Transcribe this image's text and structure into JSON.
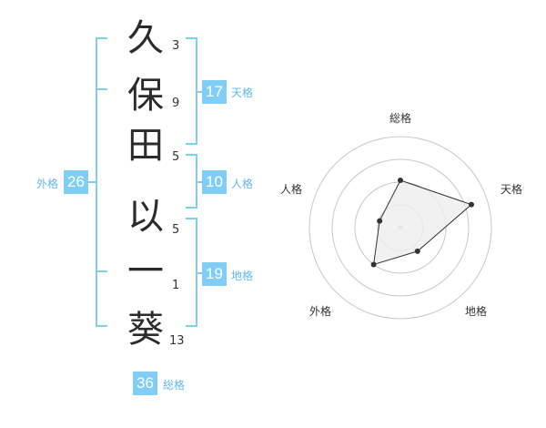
{
  "name_chars": [
    {
      "char": "久",
      "strokes": "3"
    },
    {
      "char": "保",
      "strokes": "9"
    },
    {
      "char": "田",
      "strokes": "5"
    },
    {
      "char": "以",
      "strokes": "5"
    },
    {
      "char": "一",
      "strokes": "1"
    },
    {
      "char": "葵",
      "strokes": "13"
    }
  ],
  "fortunes": {
    "tenkaku": {
      "label": "天格",
      "value": "17"
    },
    "jinkaku": {
      "label": "人格",
      "value": "10"
    },
    "chikaku": {
      "label": "地格",
      "value": "19"
    },
    "gaikaku": {
      "label": "外格",
      "value": "26"
    },
    "soukaku": {
      "label": "総格",
      "value": "36"
    }
  },
  "radar": {
    "axes": [
      "総格",
      "天格",
      "地格",
      "外格",
      "人格"
    ],
    "scores": [
      0.52,
      0.82,
      0.32,
      0.5,
      0.24
    ],
    "colors": {
      "ring": "#c8c8c8",
      "fill": "#eeeeee",
      "line": "#333333",
      "center": "#cccccc"
    }
  },
  "colors": {
    "bracket": "#80cdf6",
    "badge": "#80cdf6",
    "label": "#60b9ee"
  }
}
